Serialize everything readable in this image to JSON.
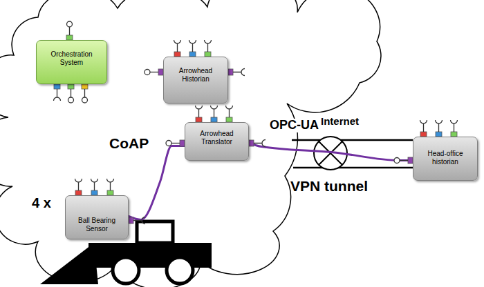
{
  "diagram": {
    "nodes": [
      {
        "text": [
          "Orchestration System"
        ]
      },
      {
        "text": [
          "Arrowhead Historian"
        ]
      },
      {
        "text": [
          "Arrowhead Translator"
        ]
      },
      {
        "text": [
          "Ball Bearing Sensor"
        ]
      },
      {
        "text": [
          "Head-office historian"
        ]
      }
    ],
    "edges": [
      {
        "from": 3,
        "to": 2,
        "arrow": "none"
      },
      {
        "from": 2,
        "to": 4,
        "arrow": "none"
      }
    ],
    "labels": [
      "CoAP",
      "4 x",
      "OPC-UA",
      "Internet",
      "VPN tunnel"
    ]
  }
}
